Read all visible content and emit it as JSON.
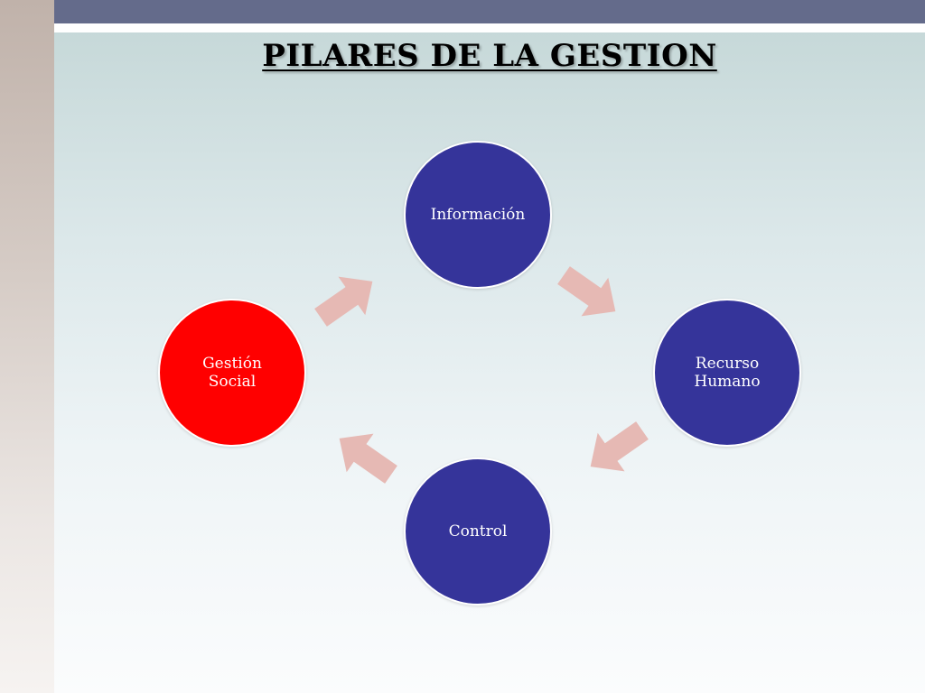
{
  "title": "PILARES DE LA GESTION",
  "colors": {
    "node_blue": "#35349a",
    "node_red": "#ff0000",
    "arrow_fill": "#e6b9b4",
    "top_bar": "#646b8b"
  },
  "cycle": {
    "nodes": [
      {
        "id": "informacion",
        "label": "Información",
        "color": "#35349a"
      },
      {
        "id": "recurso-humano",
        "label": "Recurso\nHumano",
        "color": "#35349a"
      },
      {
        "id": "control",
        "label": "Control",
        "color": "#35349a"
      },
      {
        "id": "gestion-social",
        "label": "Gestión\nSocial",
        "color": "#ff0000"
      }
    ],
    "edges": [
      {
        "from": "informacion",
        "to": "recurso-humano"
      },
      {
        "from": "recurso-humano",
        "to": "control"
      },
      {
        "from": "control",
        "to": "gestion-social"
      },
      {
        "from": "gestion-social",
        "to": "informacion"
      }
    ]
  }
}
